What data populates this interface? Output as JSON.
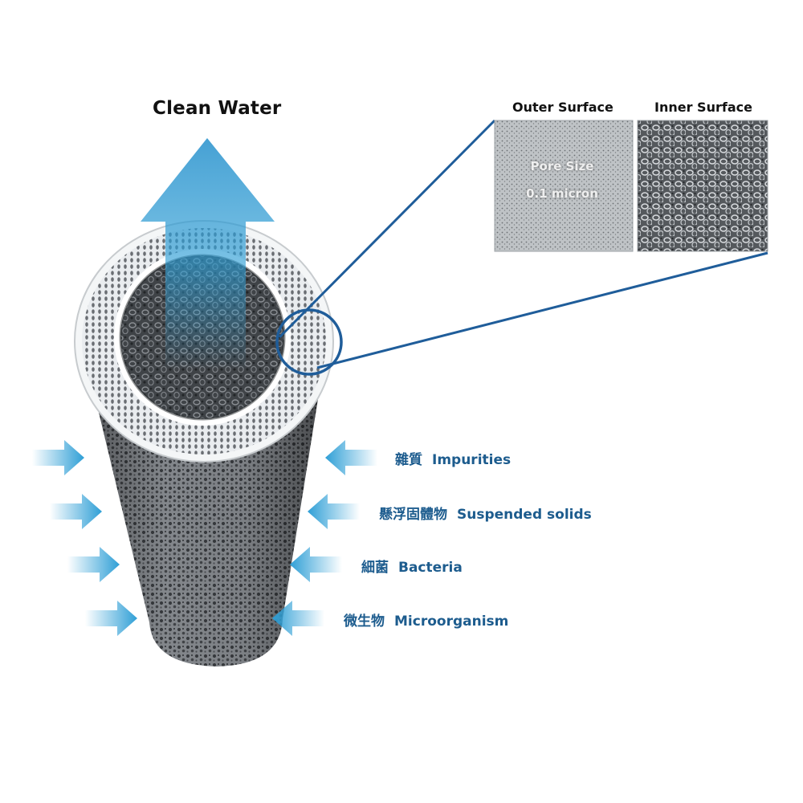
{
  "diagram": {
    "title": "Clean Water",
    "panels": {
      "outer_title": "Outer Surface",
      "inner_title": "Inner Surface",
      "pore_line1": "Pore Size",
      "pore_line2": "0.1 micron"
    },
    "filtered_items": [
      {
        "zh": "雜質",
        "en": "Impurities"
      },
      {
        "zh": "懸浮固體物",
        "en": "Suspended solids"
      },
      {
        "zh": "細菌",
        "en": "Bacteria"
      },
      {
        "zh": "微生物",
        "en": "Microorganism"
      }
    ],
    "colors": {
      "arrow_blue": "#2f9fd6",
      "label_blue": "#1d5c8e",
      "callout_blue": "#1f5d9a",
      "membrane_gray": "#6f7378"
    }
  }
}
